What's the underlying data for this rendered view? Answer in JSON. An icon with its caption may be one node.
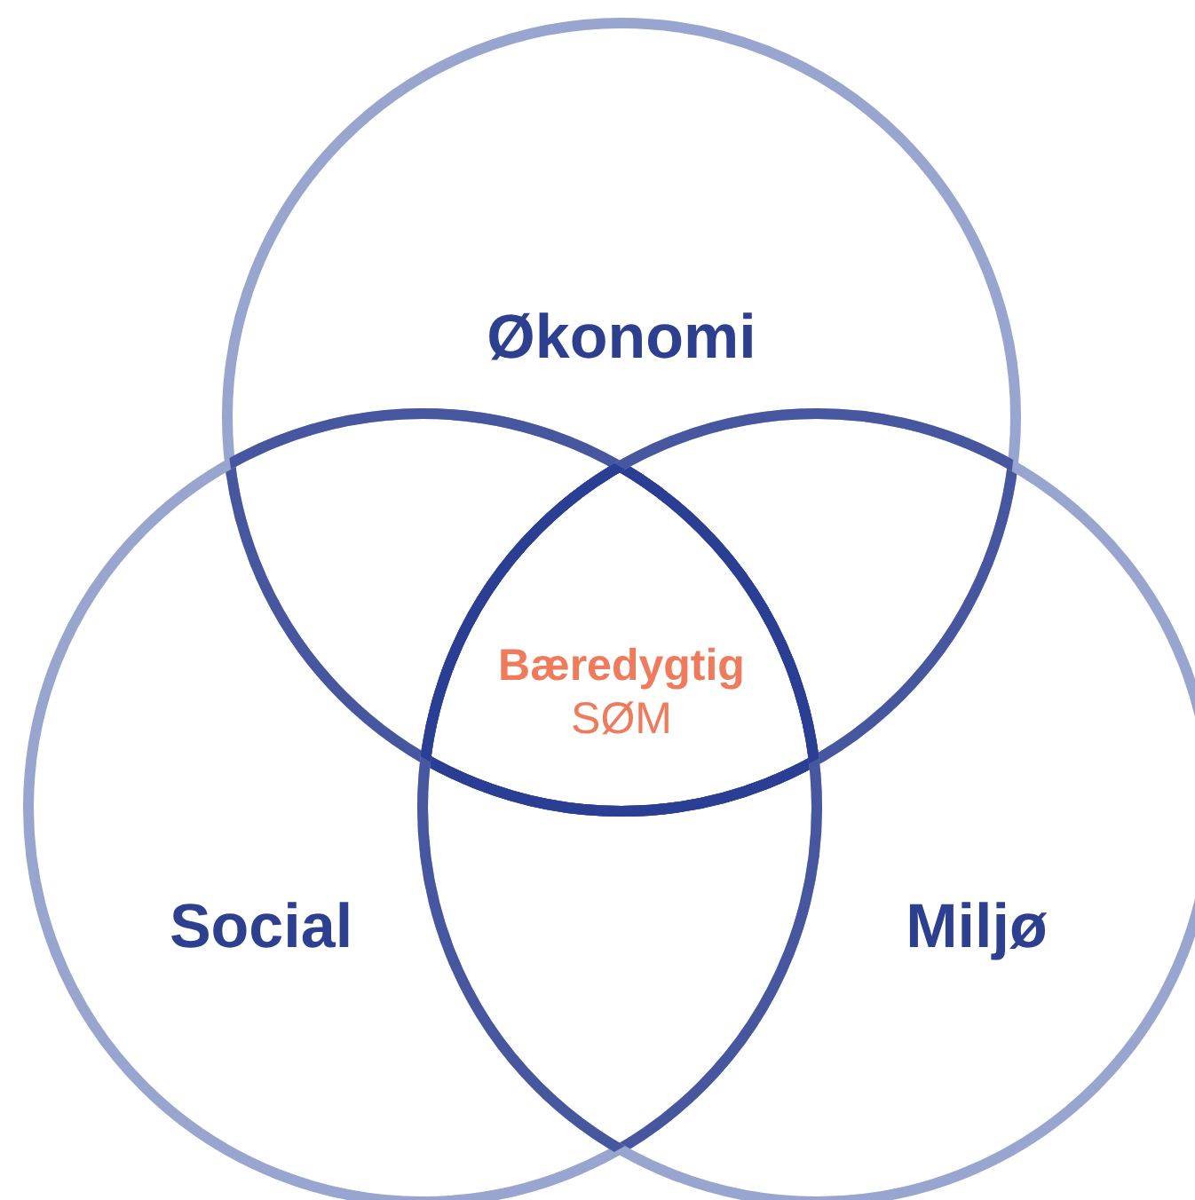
{
  "diagram": {
    "nodes": [
      {
        "text": [
          "Økonomi"
        ]
      },
      {
        "text": [
          "Social"
        ]
      },
      {
        "text": [
          "Miljø"
        ]
      }
    ],
    "labels": [
      "Bæredygtig",
      "SØM"
    ]
  }
}
